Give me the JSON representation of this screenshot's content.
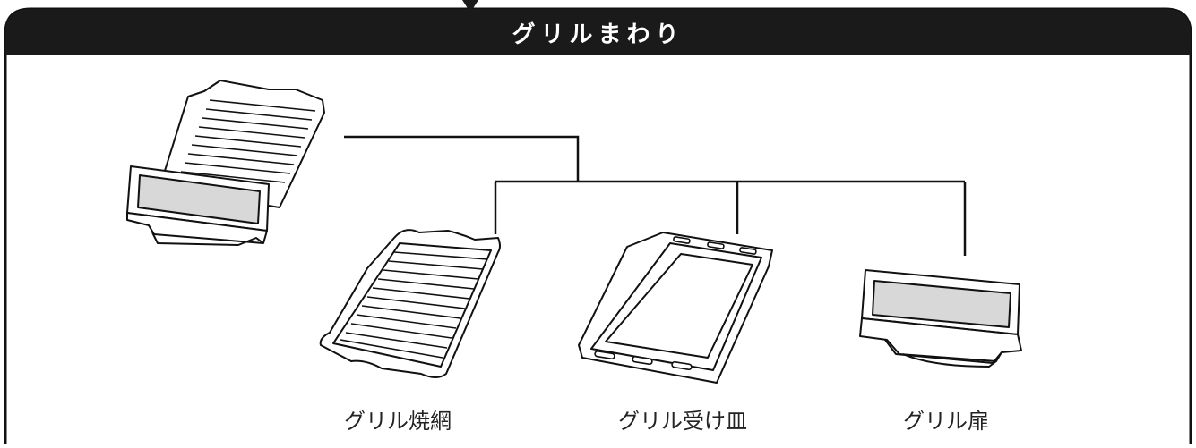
{
  "header": {
    "title": "グリルまわり"
  },
  "parts": [
    {
      "id": "grill-net",
      "label": "グリル焼網",
      "icon": "grill-rack-icon"
    },
    {
      "id": "grill-pan",
      "label": "グリル受け皿",
      "icon": "grill-tray-icon"
    },
    {
      "id": "grill-door",
      "label": "グリル扉",
      "icon": "grill-door-icon"
    }
  ],
  "assembly": {
    "icon": "grill-assembly-icon"
  },
  "colors": {
    "header_bg": "#1a1a1a",
    "line": "#111111",
    "window_fill": "#d8d8d8"
  }
}
